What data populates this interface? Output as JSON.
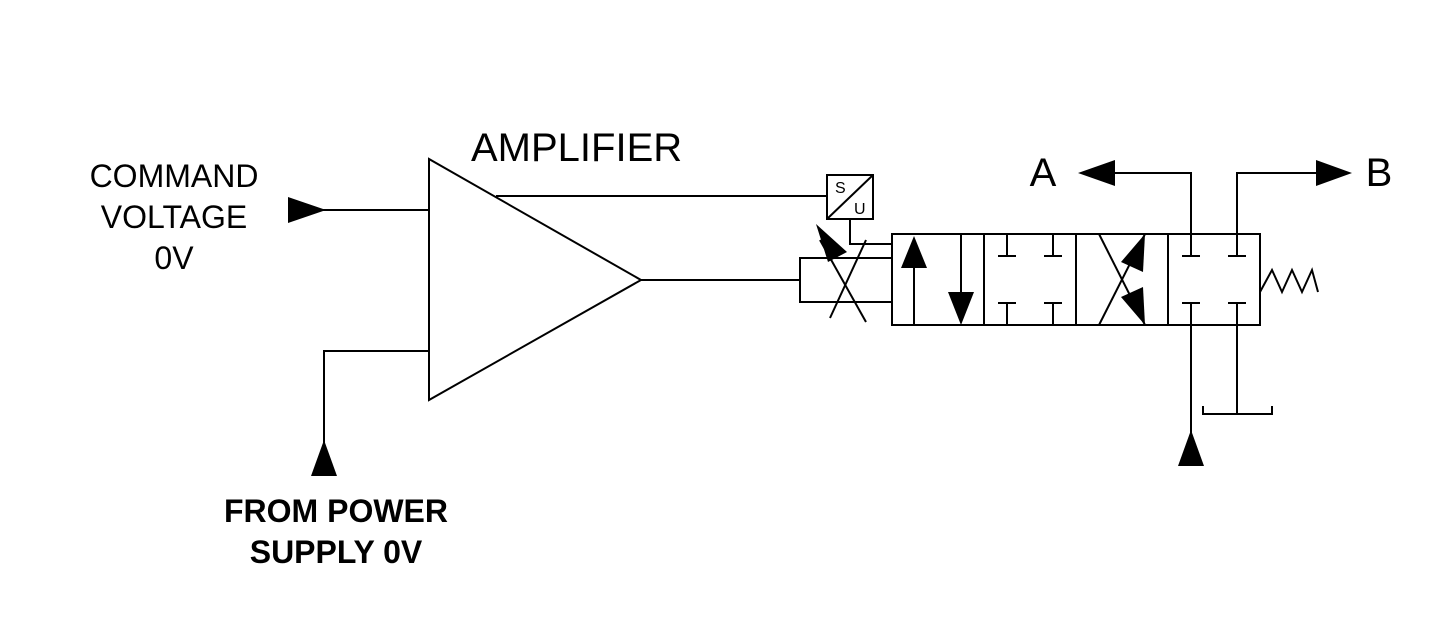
{
  "labels": {
    "amplifier": "AMPLIFIER",
    "command_line1": "COMMAND",
    "command_line2": "VOLTAGE",
    "command_line3": "0V",
    "power_line1": "FROM POWER",
    "power_line2": "SUPPLY 0V",
    "port_a": "A",
    "port_b": "B",
    "feedback_s": "S",
    "feedback_u": "U"
  }
}
